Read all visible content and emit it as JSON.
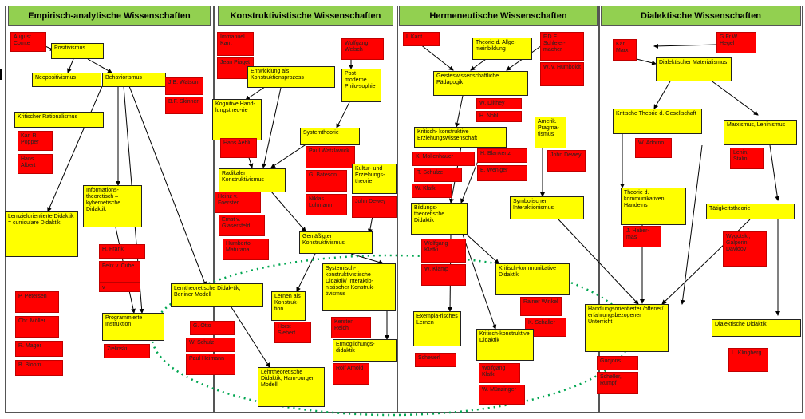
{
  "columns": [
    {
      "key": "ea",
      "title": "Empirisch-analytische Wissenschaften"
    },
    {
      "key": "kw",
      "title": "Konstruktivistische Wissenschaften"
    },
    {
      "key": "hw",
      "title": "Hermeneutische Wissenschaften"
    },
    {
      "key": "dw",
      "title": "Dialektische Wissenschaften"
    }
  ],
  "nodes": {
    "comte": "August Comte",
    "positivismus": "Positivismus",
    "neopositivismus": "Neopositivismus",
    "behaviorismus": "Behaviorismus",
    "watson": "J.B. Watson",
    "skinner": "B.F. Skinner",
    "krit_rat": "Kritischer Rationalismus",
    "popper": "Karl R. Popper",
    "albert": "Hans Albert",
    "info_kyb": "Informations-theoretisch – kybernetische Didaktik",
    "lernziel": "Lernzielorientierte Didaktik = curriculare Didaktik",
    "frank": "H. Frank",
    "cube": "Felix v. Cube",
    "v_dot": "v",
    "petersen": "P. Petersen",
    "moeller": "Chr. Möller",
    "mager": "R. Mager",
    "bloom": "B. Bloom",
    "prog_instr": "Programmierte Instruktion",
    "zielinski": "Zielinski",
    "kant1": "Immanuel Kant",
    "piaget": "Jean Piaget",
    "welsch": "Wolfgang Welsch",
    "entwicklung": "Entwicklung als Konstruktionsprozess",
    "postmoderne": "Post-moderne Philo-sophie",
    "kognitive": "Kognitive Hand-lungstheo-rie",
    "aebli": "Hans Aebli",
    "systemtheorie": "Systemtheorie",
    "watzlawick": "Paul Watzlawick",
    "bateson": "G. Bateson",
    "luhmann": "Niklas Luhmann",
    "kultur": "Kultur- und Erziehungs-theorie",
    "dewey1": "John Dewey",
    "radikaler": "Radikaler Konstruktivismus",
    "foerster": "Heinz v. Foerster",
    "glasersfeld": "Ernst v. Glasersfeld",
    "maturana": "Humberto Maturana",
    "gemaessigter": "Gemäßigter Konstruktivismus",
    "systemisch": "Systemisch-konstruktivistische Didaktik/ Interaktio-nistischer Konstruk-tivismus",
    "lernen_konstr": "Lernen als Konstruk-tion",
    "siebert": "Horst Siebert",
    "reich": "Kersten Reich",
    "ermoeglichung": "Ermöglichungs-didaktik",
    "arnold": "Rolf Arnold",
    "lerntheor": "Lerntheoretische Didak-tik, Berliner Modell",
    "otto": "G. Otto",
    "schulz": "W. Schulz",
    "heimann": "Paul Heimann",
    "lehrtheor": "Lehrtheoretische Didaktik, Ham-burger Modell",
    "kant2": "I. Kant",
    "theorie_allg": "Theorie d. Allge-meinbildung",
    "schleiermacher": "F.D.E. Schleier-macher",
    "humboldt": "W. v. Humboldt",
    "geisteswiss": "Geisteswissenschaftliche Pädagogik",
    "dilthey": "W. Dilthey",
    "nohl": "H. Nohl",
    "krit_konstr_erz": "Kritisch- konstruktive Erziehungswissenschaft",
    "mollenhauer": "K. Mollenhauer",
    "schulze": "T. Schulze",
    "blankertz": "H. Blankertz",
    "weniger": "E. Weniger",
    "amerik": "Amerik. Pragma-tismus",
    "dewey2": "John Dewey",
    "klafki1": "W. Klafki",
    "bildungs": "Bildungs-theoretische Didaktik",
    "symbolischer": "Symbolischer Interaktionismus",
    "klafki2": "Wolfgang Klafki",
    "klamp": "W. Klamp",
    "krit_komm": "Kritisch-kommunikative Didaktik",
    "winkel": "Rainer Winkel",
    "schaller": "K. Schaller",
    "exempla": "Exempla-risches Lernen",
    "scheuerl": "Scheuerl",
    "krit_konstr_did": "Kritisch-konstruktive Didaktik",
    "klafki3": "Wolfgang Klafki",
    "munzinger": "W. Münzinger",
    "marx": "Karl Marx",
    "hegel": "G.Fr.W. Hegel",
    "dial_mat": "Dialektischer Materialismus",
    "krit_theorie": "Kritische Theorie d. Gesellschaft",
    "adorno": "W. Adorno",
    "marxismus": "Marxismus, Leninismus",
    "lenin": "Lenin, Stalin",
    "theorie_komm": "Theorie d. kommunikativen Handelns",
    "habermas": "J. Haber-mas",
    "taetigkeit": "Tätigkeitstheorie",
    "wygotski": "Wygotski, Galperin, Davidov",
    "handlungs": "Handlungsorientierter /offener/ erfahrungsbezogener Unterricht",
    "gudjons": "Gudjons",
    "schelle": "Scheller, Rumpf",
    "dialektische_did": "Dialektische Didaktik",
    "klingberg": "L. Klingberg"
  },
  "colors": {
    "header": "#92d050",
    "concept": "#ffff00",
    "person": "#ff0000",
    "dotted": "#00a651"
  }
}
